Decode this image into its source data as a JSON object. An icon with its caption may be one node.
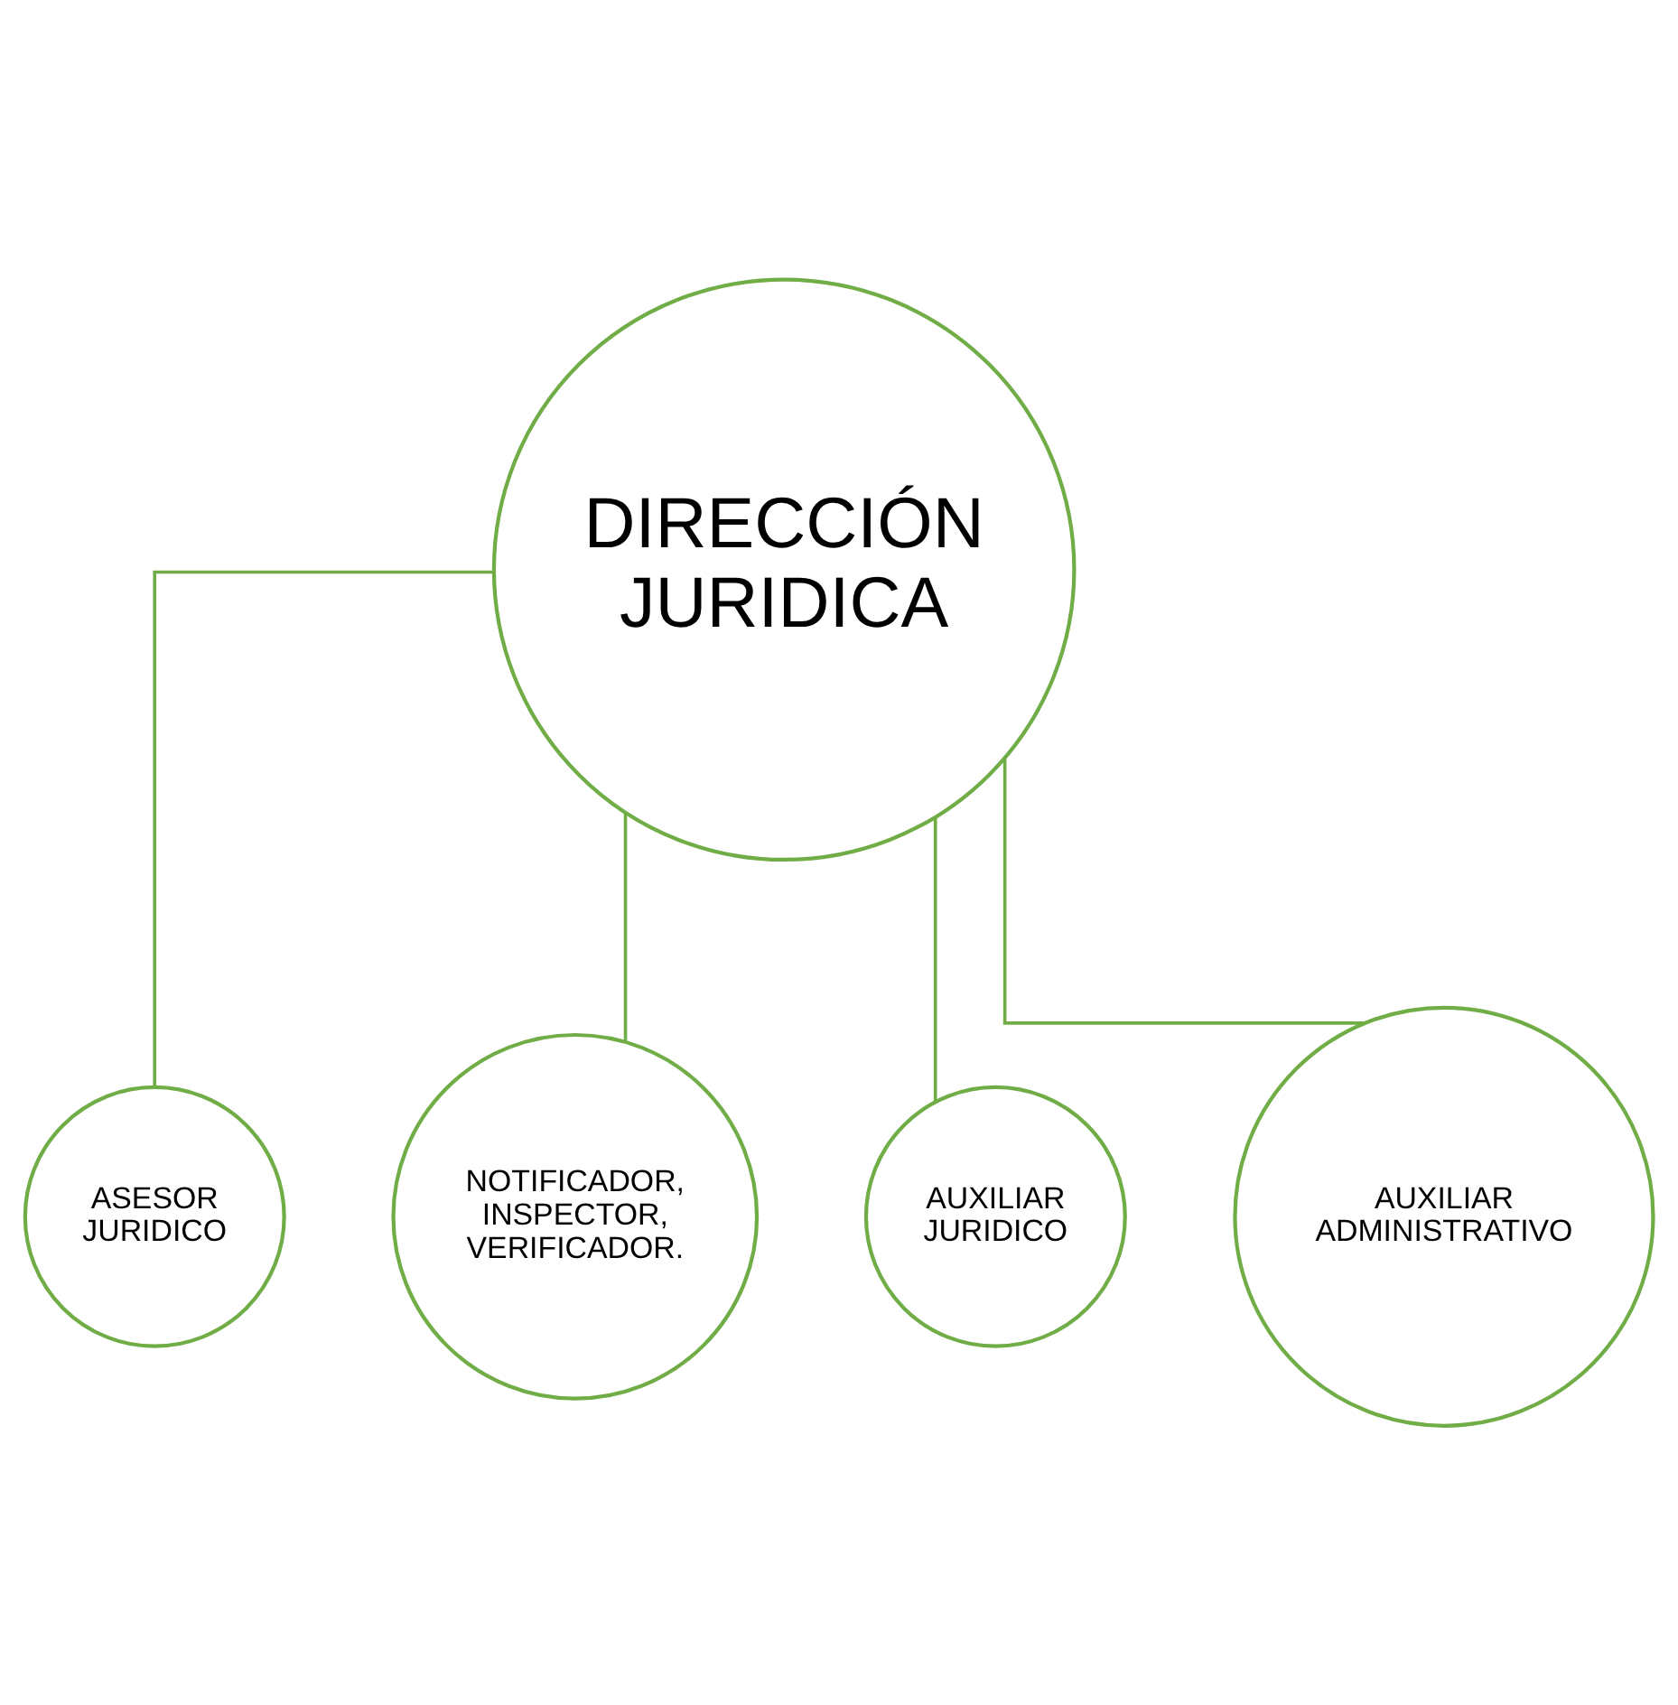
{
  "diagram": {
    "nodes": [
      {
        "text": [
          "DIRECCIÓN JURIDICA"
        ]
      },
      {
        "text": [
          "ASESOR JURIDICO"
        ]
      },
      {
        "text": [
          "NOTIFICADOR, INSPECTOR, VERIFICADOR."
        ]
      },
      {
        "text": [
          "AUXILIAR JURIDICO"
        ]
      },
      {
        "text": [
          "AUXILIAR ADMINISTRATIVO"
        ]
      }
    ],
    "edges": [
      {
        "from": 0,
        "to": 1,
        "arrow": "none"
      },
      {
        "from": 0,
        "to": 3,
        "arrow": "none"
      },
      {
        "from": 0,
        "to": 4,
        "arrow": "none"
      },
      {
        "from": 0,
        "to": 2,
        "arrow": "none"
      }
    ]
  }
}
